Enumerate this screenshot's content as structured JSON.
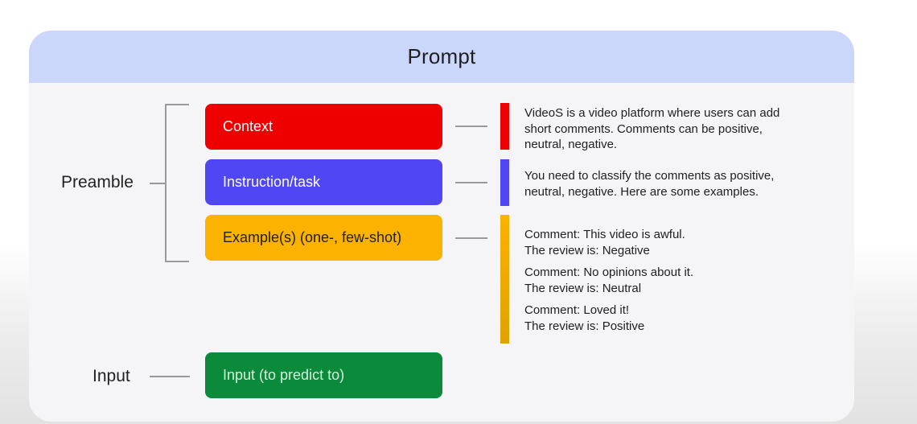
{
  "header": {
    "title": "Prompt"
  },
  "labels": {
    "preamble": "Preamble",
    "input": "Input"
  },
  "blocks": {
    "context": {
      "label": "Context",
      "color": "#ee0000"
    },
    "instruction": {
      "label": "Instruction/task",
      "color": "#5046f4"
    },
    "examples": {
      "label": "Example(s) (one-, few-shot)",
      "color": "#fbb200"
    },
    "input": {
      "label": "Input (to predict to)",
      "color": "#0a8a3a"
    }
  },
  "descriptions": {
    "context": [
      "VideoS is a video platform where users can add",
      "short comments. Comments can be positive,",
      "neutral, negative."
    ],
    "instruction": [
      "You need to classify the comments as positive,",
      "neutral, negative. Here are some examples."
    ],
    "examples": [
      {
        "comment": "Comment: This video is awful.",
        "review": "The review is: Negative"
      },
      {
        "comment": "Comment: No opinions about it.",
        "review": "The review is: Neutral"
      },
      {
        "comment": "Comment: Loved it!",
        "review": "The review is: Positive"
      }
    ]
  }
}
